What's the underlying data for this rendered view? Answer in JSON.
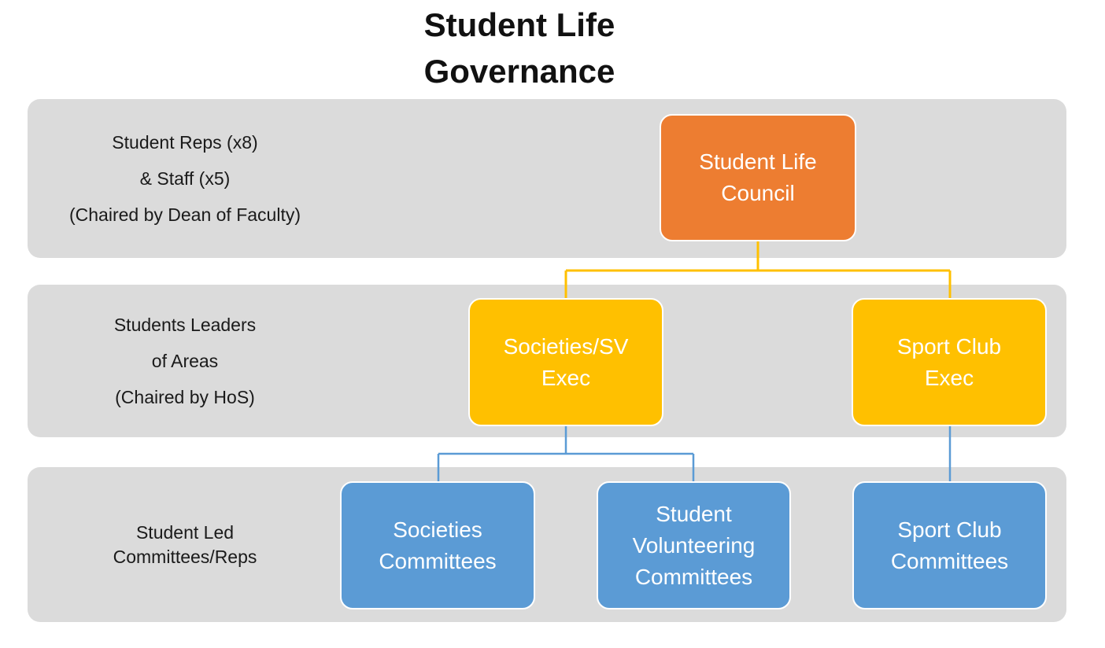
{
  "title": "Student Life\nGovernance",
  "colors": {
    "band": "#DBDBDB",
    "council": "#ED7D31",
    "exec": "#FFC000",
    "committee": "#5B9BD5",
    "connector_gold": "#FFC000",
    "connector_blue": "#5B9BD5"
  },
  "rows": [
    {
      "name": "council-row",
      "label": "Student Reps (x8)\n& Staff (x5)\n(Chaired by Dean of Faculty)"
    },
    {
      "name": "exec-row",
      "label": "Students Leaders\nof Areas\n(Chaired by HoS)"
    },
    {
      "name": "committee-row",
      "label": "Student Led\nCommittees/Reps"
    }
  ],
  "nodes": {
    "council": "Student Life\nCouncil",
    "societies_sv_exec": "Societies/SV\nExec",
    "sport_club_exec": "Sport Club\nExec",
    "societies_committees": "Societies\nCommittees",
    "student_volunteering_committees": "Student\nVolunteering\nCommittees",
    "sport_club_committees": "Sport Club\nCommittees"
  }
}
